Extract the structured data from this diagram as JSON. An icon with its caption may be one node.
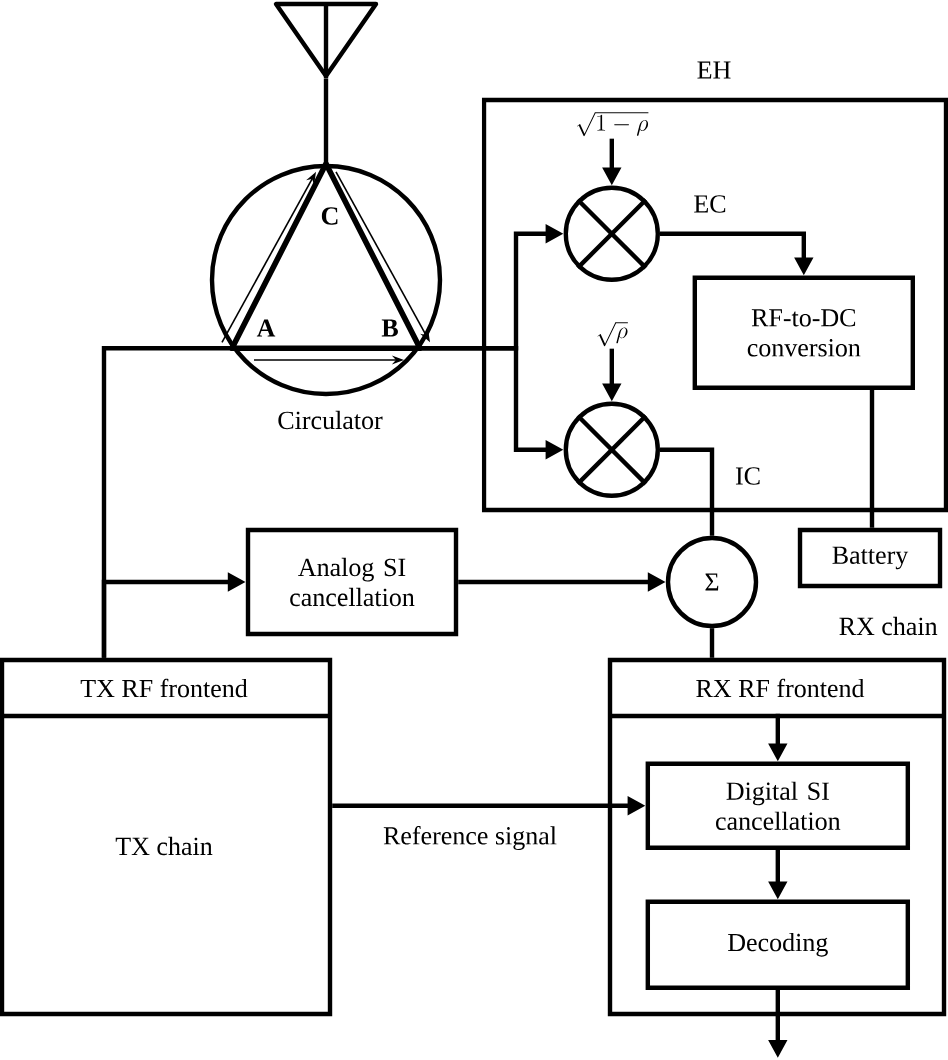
{
  "diagram": {
    "nodes": [
      {
        "text": [],
        "shape": "antenna"
      },
      {
        "text": [
          "C",
          "A",
          "B"
        ],
        "beside": [
          "Circulator"
        ]
      },
      {
        "text": [
          "EH"
        ]
      },
      {
        "text": [
          "\\sqrt{1-\\rho}"
        ],
        "in": 2
      },
      {
        "text": [],
        "shape": "circle",
        "in": 2
      },
      {
        "text": [
          "RF-to-DC conversion"
        ],
        "in": 2
      },
      {
        "text": [
          "\\sqrt{\\rho}"
        ],
        "in": 2
      },
      {
        "text": [],
        "shape": "circle",
        "in": 2
      },
      {
        "text": [
          "Battery"
        ]
      },
      {
        "text": [
          "Analog SI cancellation"
        ]
      },
      {
        "text": [
          "Σ"
        ]
      },
      {
        "text": [
          "TX RF frontend",
          "TX chain"
        ]
      },
      {
        "text": [
          "RX chain",
          "RX RF frontend"
        ]
      },
      {
        "text": [
          "Digital SI cancellation"
        ],
        "in": 12
      },
      {
        "text": [
          "Decoding"
        ],
        "in": 12
      }
    ],
    "edges": [
      {
        "from": 0,
        "to": 1,
        "arrow": "none"
      },
      {
        "from": 11,
        "to": 1,
        "arrow": "none"
      },
      {
        "from": 1,
        "to": 4,
        "arrow": "to"
      },
      {
        "from": 1,
        "to": 7,
        "arrow": "to"
      },
      {
        "from": 3,
        "to": 4,
        "arrow": "to"
      },
      {
        "from": 6,
        "to": 7,
        "arrow": "to"
      },
      {
        "from": 4,
        "to": 5,
        "arrow": "to",
        "label": "EC"
      },
      {
        "from": 7,
        "to": 10,
        "arrow": "none",
        "label": "IC"
      },
      {
        "from": 5,
        "to": 8,
        "arrow": "none"
      },
      {
        "from": 11,
        "to": 9,
        "arrow": "to"
      },
      {
        "from": 9,
        "to": 10,
        "arrow": "to"
      },
      {
        "from": 10,
        "to": 12,
        "arrow": "none"
      },
      {
        "from": 11,
        "to": 13,
        "arrow": "to",
        "label": "Reference signal"
      },
      {
        "from": 12,
        "to": 13,
        "arrow": "to"
      },
      {
        "from": 13,
        "to": 14,
        "arrow": "to"
      },
      {
        "from": 14,
        "to": null,
        "arrow": "to"
      }
    ]
  }
}
